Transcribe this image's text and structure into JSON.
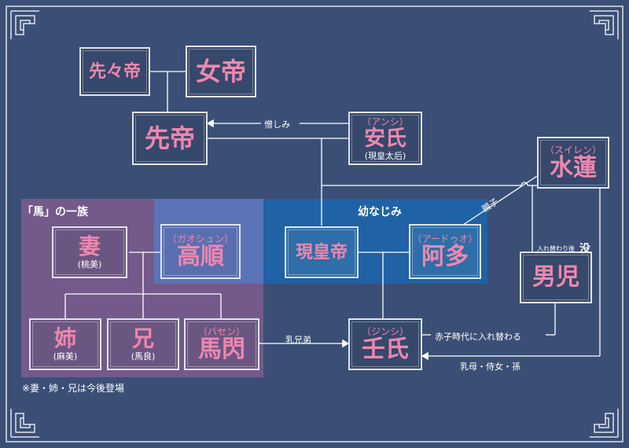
{
  "groups": {
    "uma_clan": "「馬」の一族",
    "childhood": "幼なじみ"
  },
  "people": {
    "senshoutei": {
      "name": "先々帝"
    },
    "jotei": {
      "name": "女帝"
    },
    "sentei": {
      "name": "先帝"
    },
    "anshi": {
      "reading": "（アンシ）",
      "name": "安氏",
      "sub": "(現皇太后)"
    },
    "suiren": {
      "reading": "（スイレン）",
      "name": "水蓮"
    },
    "tsuma": {
      "name": "妻",
      "sub": "(桃美)"
    },
    "gaoshun": {
      "reading": "（ガオシュン）",
      "name": "高順"
    },
    "genkoutei": {
      "name": "現皇帝"
    },
    "adoo": {
      "reading": "（アードゥオ）",
      "name": "阿多"
    },
    "danji": {
      "name": "男児",
      "note": "入れ替わり後",
      "mark": "没"
    },
    "ane": {
      "name": "姉",
      "sub": "(麻美)"
    },
    "ani": {
      "name": "兄",
      "sub": "(馬良)"
    },
    "basen": {
      "reading": "（バセン）",
      "name": "馬閃"
    },
    "jinshi": {
      "reading": "（ジンシ）",
      "name": "壬氏"
    }
  },
  "edges": {
    "hatred": "憎しみ",
    "parent_child": "親子",
    "milk_sibling": "乳兄弟",
    "swapped": "赤子時代に入れ替わる",
    "nursemaid": "乳母・侍女・孫"
  },
  "footnote": "※妻・姉・兄は今後登場"
}
